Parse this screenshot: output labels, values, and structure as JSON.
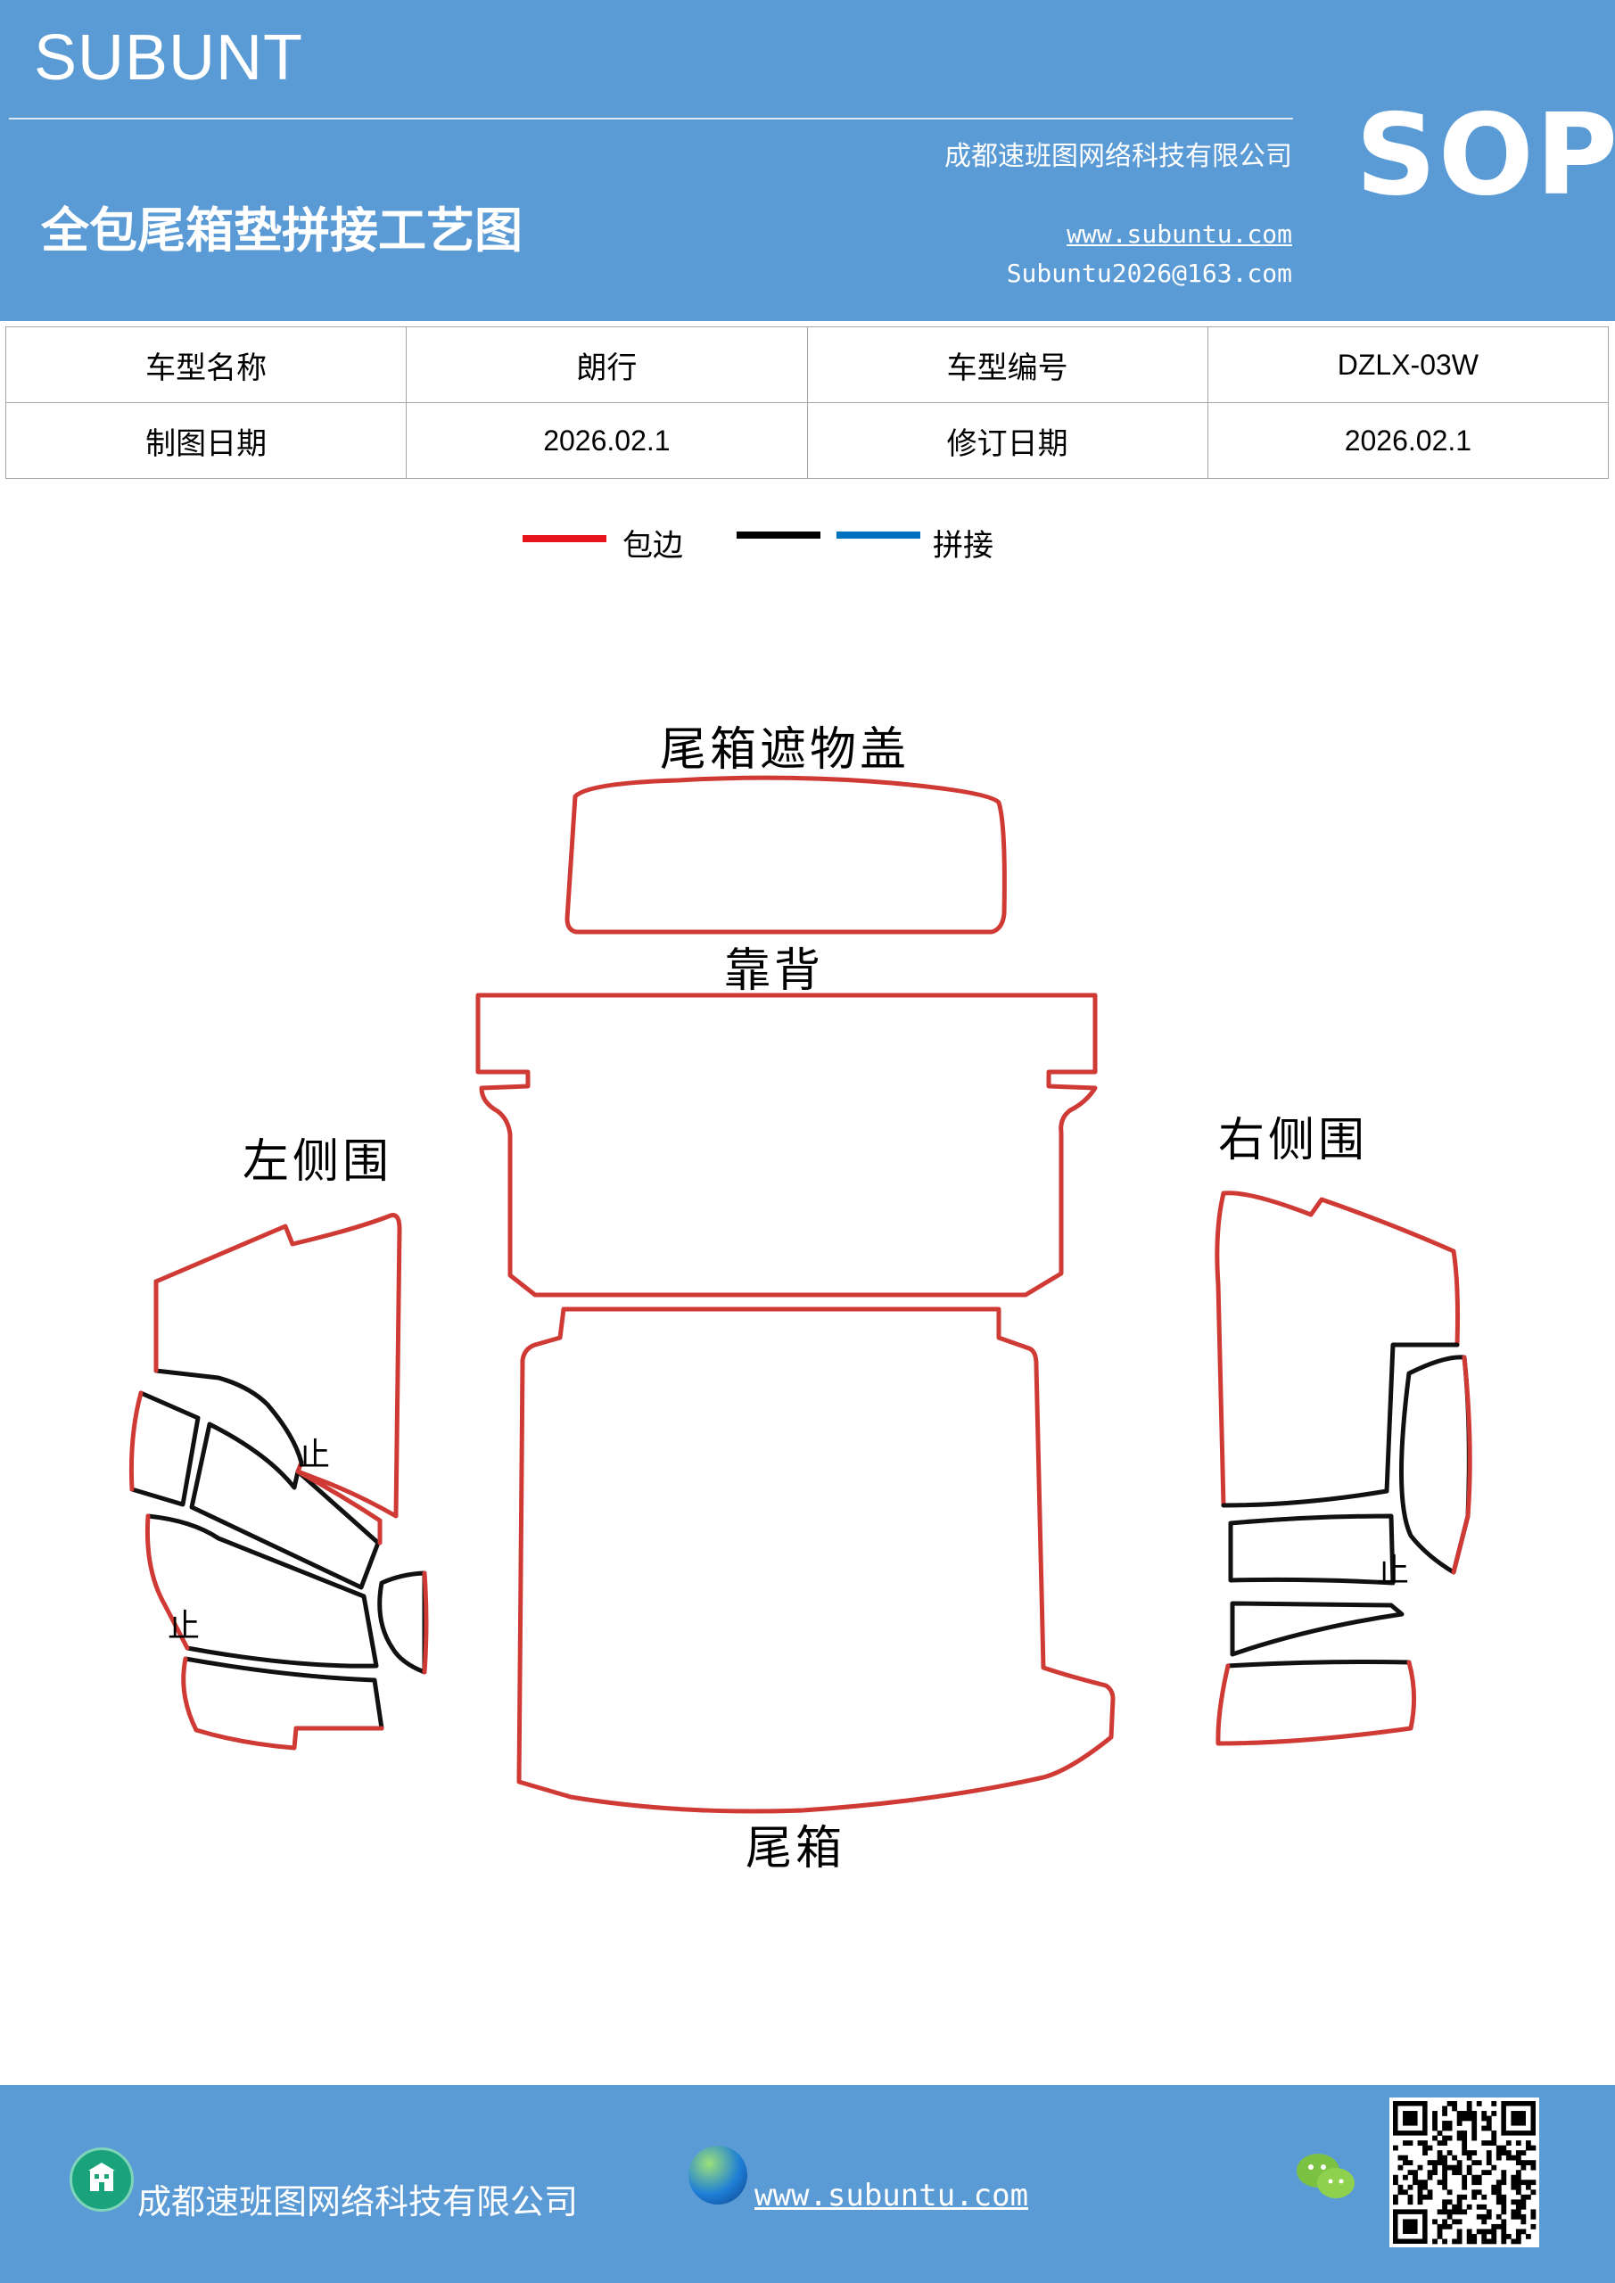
{
  "header": {
    "brand": "SUBUNT",
    "company": "成都速班图网络科技有限公司",
    "badge": "SOP",
    "title": "全包尾箱垫拼接工艺图",
    "website": "www.subuntu.com",
    "email": "Subuntu2026@163.com"
  },
  "info_table": {
    "rows": [
      [
        "车型名称",
        "朗行",
        "车型编号",
        "DZLX-03W"
      ],
      [
        "制图日期",
        "2026.02.1",
        "修订日期",
        "2026.02.1"
      ]
    ]
  },
  "legend": {
    "items": [
      {
        "label": "包边",
        "color": "#e8141b"
      },
      {
        "label": "",
        "color": "#000000"
      },
      {
        "label": "拼接",
        "color": "#0070c0"
      }
    ]
  },
  "drawing": {
    "outline_color": "#d03a35",
    "seam_color": "#111111",
    "parts": {
      "cover": "尾箱遮物盖",
      "backrest": "靠背",
      "left_side": "左侧围",
      "right_side": "右侧围",
      "trunk": "尾箱"
    },
    "stop_mark": "止"
  },
  "footer": {
    "company": "成都速班图网络科技有限公司",
    "website": "www.subuntu.com",
    "icons": [
      "building-icon",
      "globe-icon",
      "wechat-icon",
      "qr-code"
    ]
  }
}
